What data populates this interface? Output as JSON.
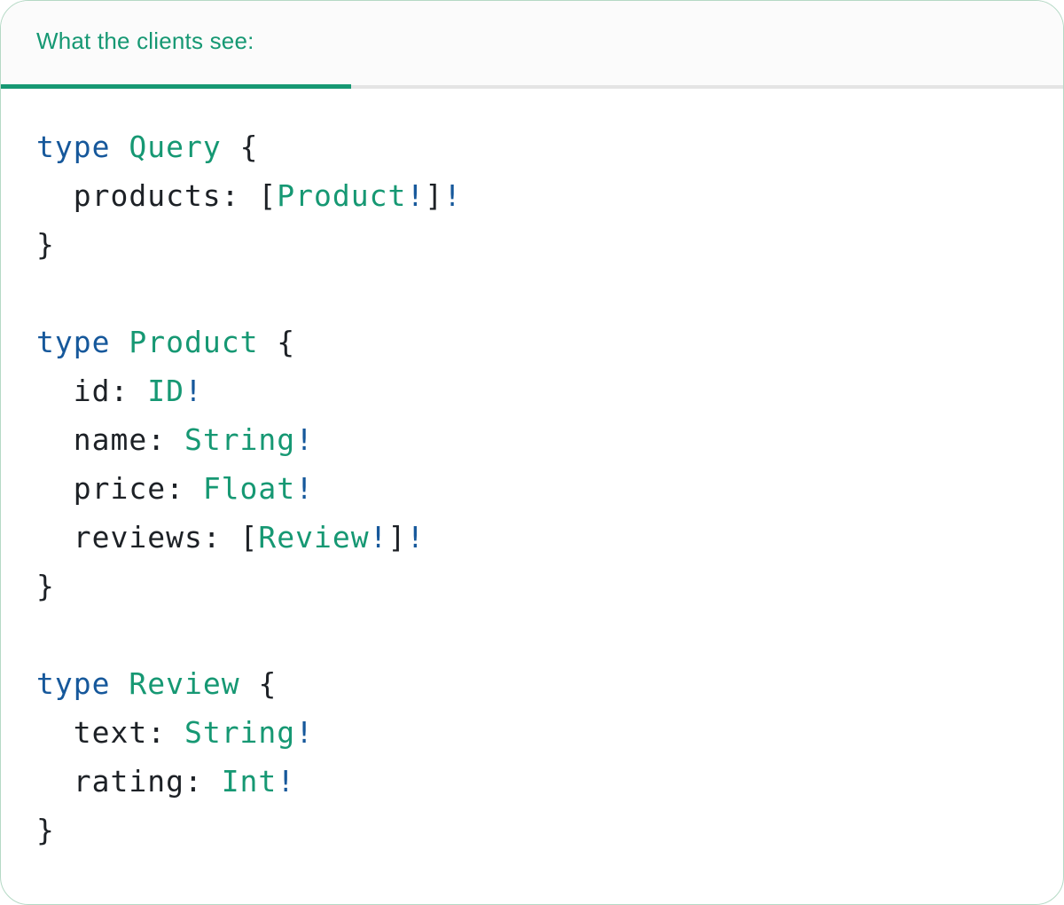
{
  "tab": {
    "label": "What the clients see:"
  },
  "colors": {
    "accent_teal": "#169873",
    "keyword_blue": "#16589b",
    "code_dark": "#1d2126",
    "card_border": "#b5d9c5",
    "inactive_underline": "#e4e4e4",
    "tabbar_bg": "#fbfbfb",
    "card_bg": "#ffffff"
  },
  "code": {
    "language": "graphql",
    "lines": [
      {
        "tokens": [
          {
            "t": "type",
            "c": "keyword"
          },
          {
            "t": " ",
            "c": "plain"
          },
          {
            "t": "Query",
            "c": "typename"
          },
          {
            "t": " {",
            "c": "plain"
          }
        ]
      },
      {
        "tokens": [
          {
            "t": "  products: [",
            "c": "plain"
          },
          {
            "t": "Product",
            "c": "typename"
          },
          {
            "t": "!",
            "c": "bang"
          },
          {
            "t": "]",
            "c": "plain"
          },
          {
            "t": "!",
            "c": "bang"
          }
        ]
      },
      {
        "tokens": [
          {
            "t": "}",
            "c": "plain"
          }
        ]
      },
      {
        "tokens": []
      },
      {
        "tokens": [
          {
            "t": "type",
            "c": "keyword"
          },
          {
            "t": " ",
            "c": "plain"
          },
          {
            "t": "Product",
            "c": "typename"
          },
          {
            "t": " {",
            "c": "plain"
          }
        ]
      },
      {
        "tokens": [
          {
            "t": "  id: ",
            "c": "plain"
          },
          {
            "t": "ID",
            "c": "typename"
          },
          {
            "t": "!",
            "c": "bang"
          }
        ]
      },
      {
        "tokens": [
          {
            "t": "  name: ",
            "c": "plain"
          },
          {
            "t": "String",
            "c": "typename"
          },
          {
            "t": "!",
            "c": "bang"
          }
        ]
      },
      {
        "tokens": [
          {
            "t": "  price: ",
            "c": "plain"
          },
          {
            "t": "Float",
            "c": "typename"
          },
          {
            "t": "!",
            "c": "bang"
          }
        ]
      },
      {
        "tokens": [
          {
            "t": "  reviews: [",
            "c": "plain"
          },
          {
            "t": "Review",
            "c": "typename"
          },
          {
            "t": "!",
            "c": "bang"
          },
          {
            "t": "]",
            "c": "plain"
          },
          {
            "t": "!",
            "c": "bang"
          }
        ]
      },
      {
        "tokens": [
          {
            "t": "}",
            "c": "plain"
          }
        ]
      },
      {
        "tokens": []
      },
      {
        "tokens": [
          {
            "t": "type",
            "c": "keyword"
          },
          {
            "t": " ",
            "c": "plain"
          },
          {
            "t": "Review",
            "c": "typename"
          },
          {
            "t": " {",
            "c": "plain"
          }
        ]
      },
      {
        "tokens": [
          {
            "t": "  text: ",
            "c": "plain"
          },
          {
            "t": "String",
            "c": "typename"
          },
          {
            "t": "!",
            "c": "bang"
          }
        ]
      },
      {
        "tokens": [
          {
            "t": "  rating: ",
            "c": "plain"
          },
          {
            "t": "Int",
            "c": "typename"
          },
          {
            "t": "!",
            "c": "bang"
          }
        ]
      },
      {
        "tokens": [
          {
            "t": "}",
            "c": "plain"
          }
        ]
      }
    ]
  }
}
